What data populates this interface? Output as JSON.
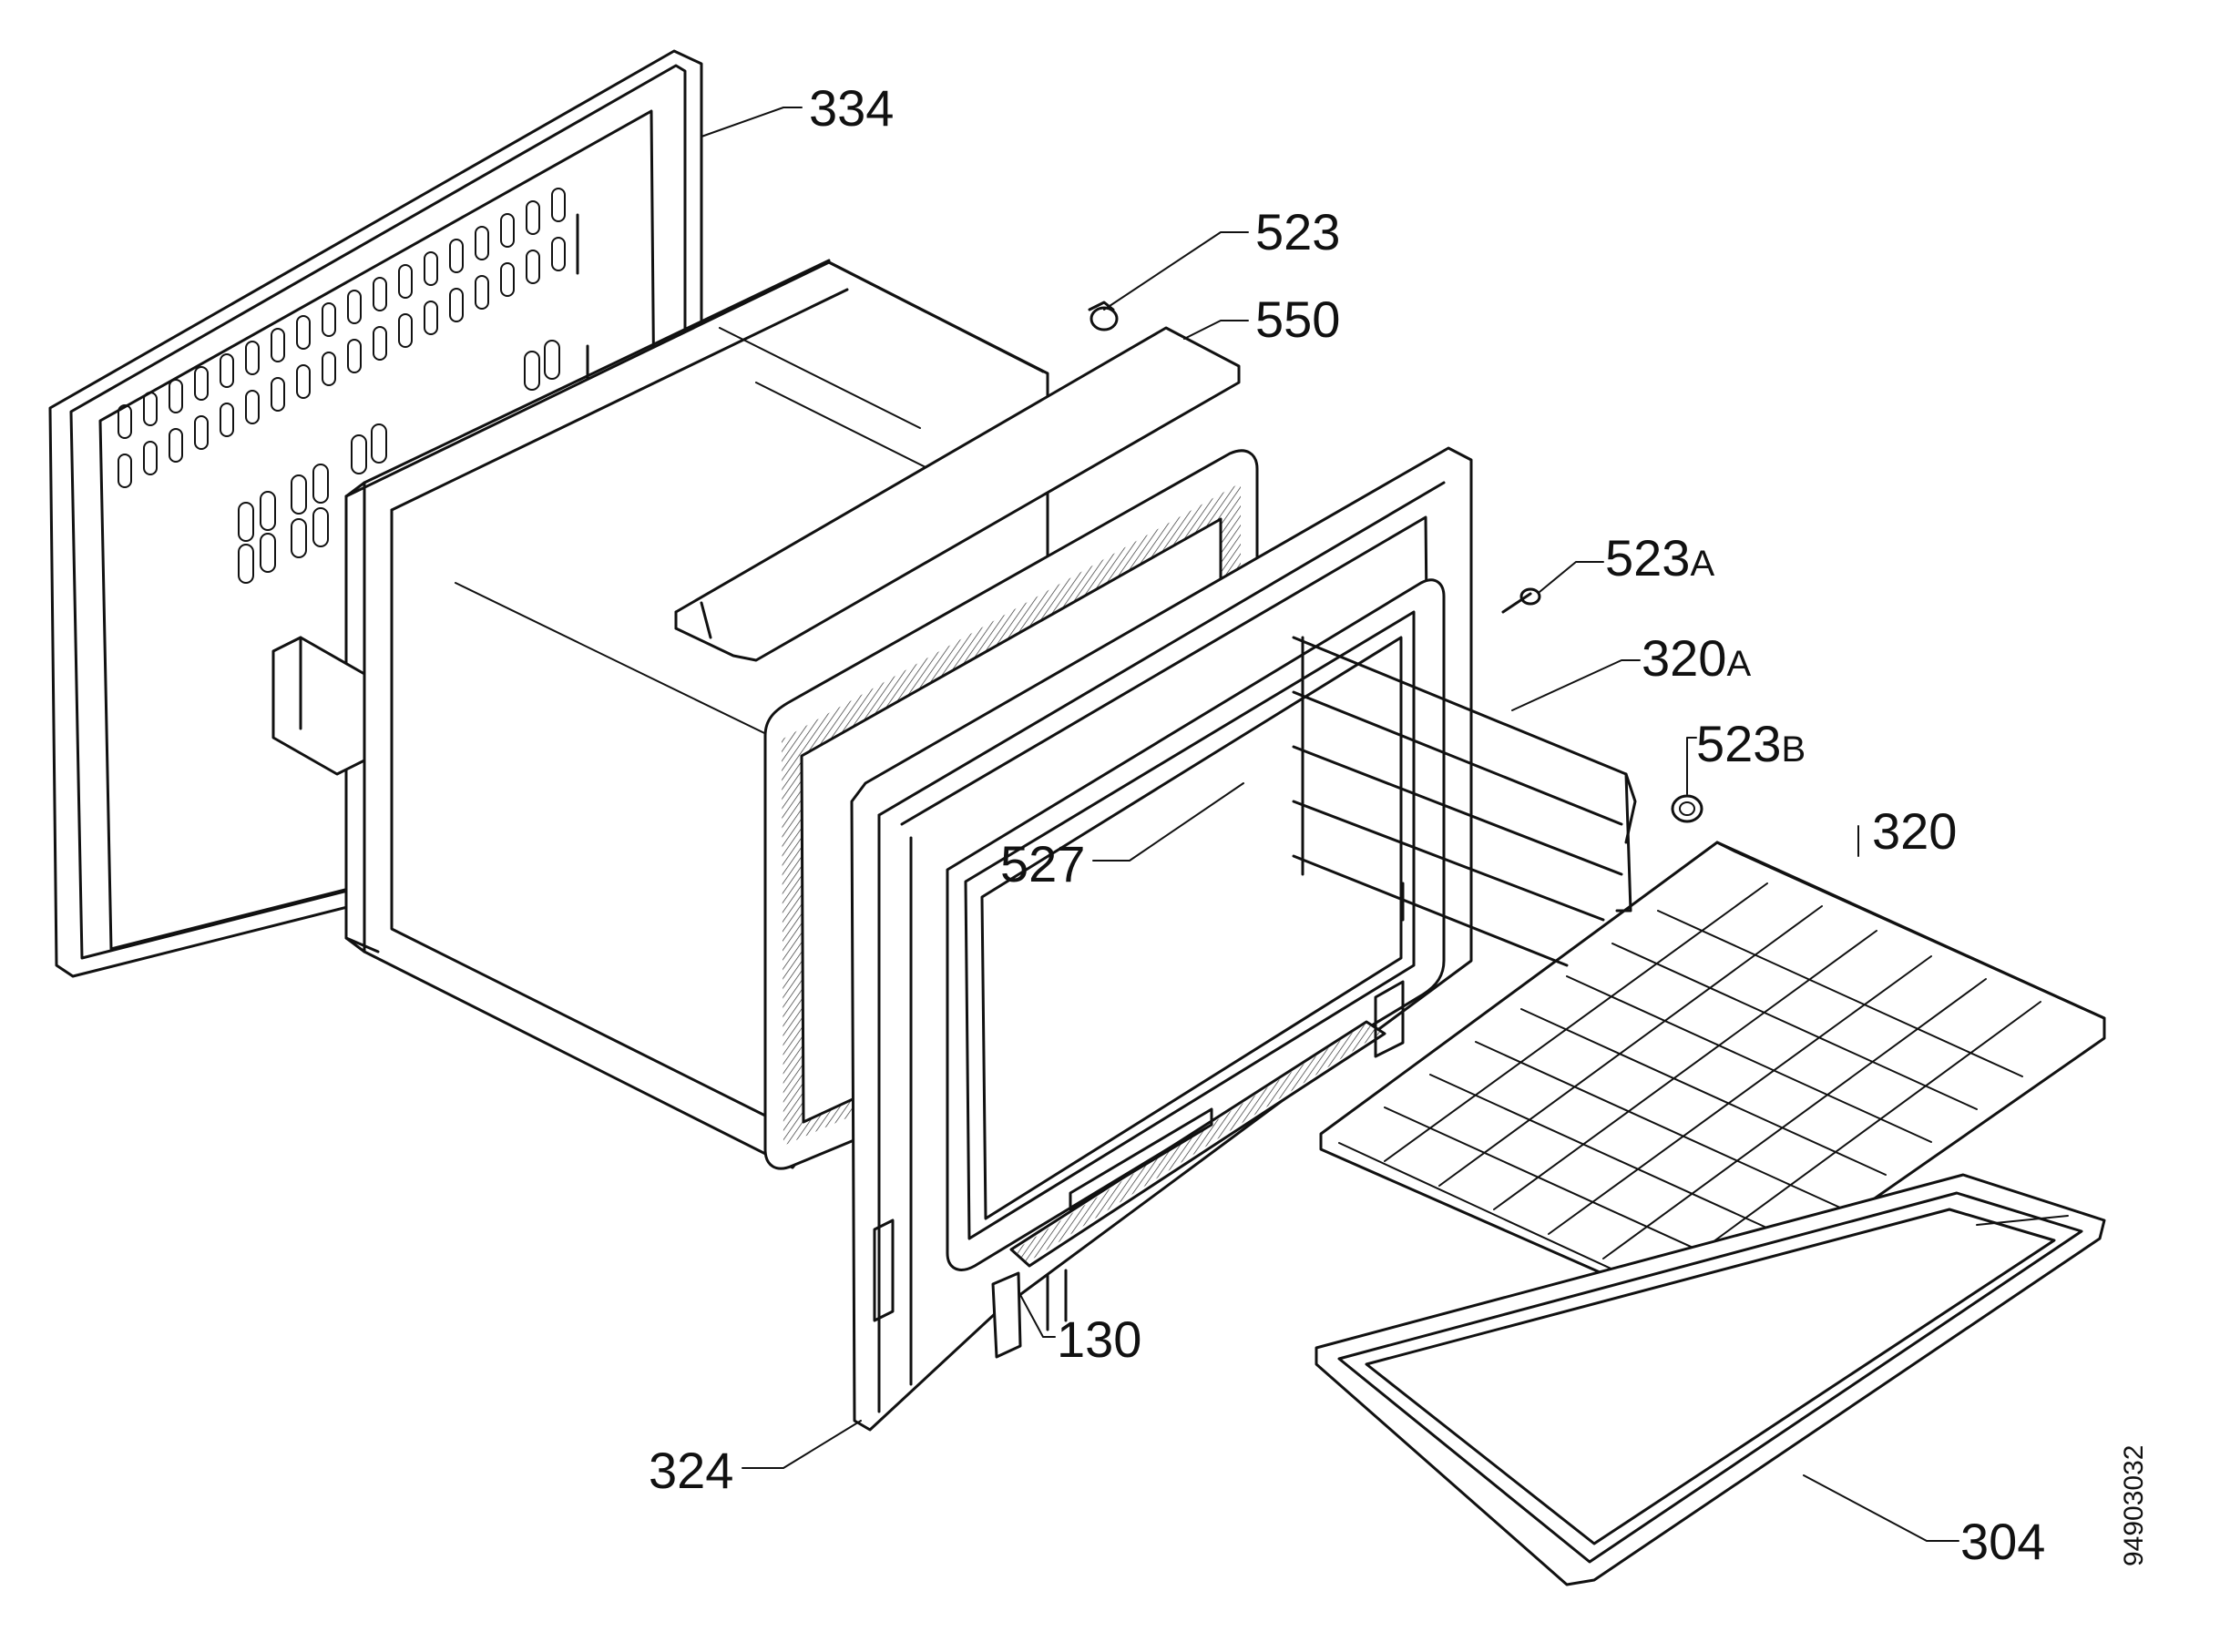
{
  "drawing_code": "94903032",
  "labels": [
    {
      "id": "334",
      "num": "334",
      "suffix": ""
    },
    {
      "id": "523",
      "num": "523",
      "suffix": ""
    },
    {
      "id": "550",
      "num": "550",
      "suffix": ""
    },
    {
      "id": "523A",
      "num": "523",
      "suffix": "A"
    },
    {
      "id": "320A",
      "num": "320",
      "suffix": "A"
    },
    {
      "id": "523B",
      "num": "523",
      "suffix": "B"
    },
    {
      "id": "320",
      "num": "320",
      "suffix": ""
    },
    {
      "id": "527",
      "num": "527",
      "suffix": ""
    },
    {
      "id": "130",
      "num": "130",
      "suffix": ""
    },
    {
      "id": "324",
      "num": "324",
      "suffix": ""
    },
    {
      "id": "304",
      "num": "304",
      "suffix": ""
    }
  ]
}
